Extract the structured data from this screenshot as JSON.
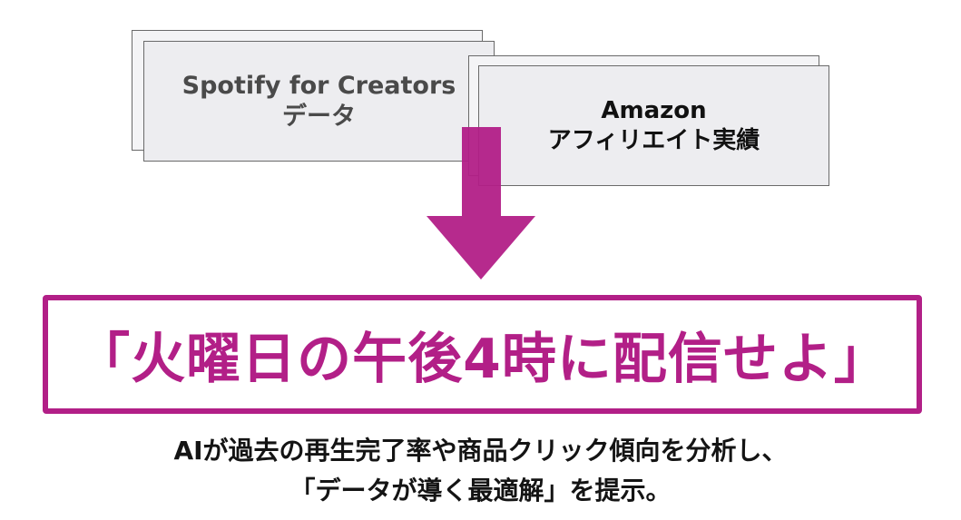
{
  "sources": [
    {
      "lines": [
        "Spotify for Creators",
        "データ"
      ]
    },
    {
      "lines": [
        "Amazon",
        "アフィリエイト実績"
      ]
    }
  ],
  "result": {
    "text": "「火曜日の午後4時に配信せよ」"
  },
  "caption": {
    "lines": [
      "AIが過去の再生完了率や商品クリック傾向を分析し、",
      "「データが導く最適解」を提示。"
    ]
  },
  "colors": {
    "accent": "#b21f87",
    "card_fill": "#ededf0",
    "card_border": "#6a6a6a"
  }
}
